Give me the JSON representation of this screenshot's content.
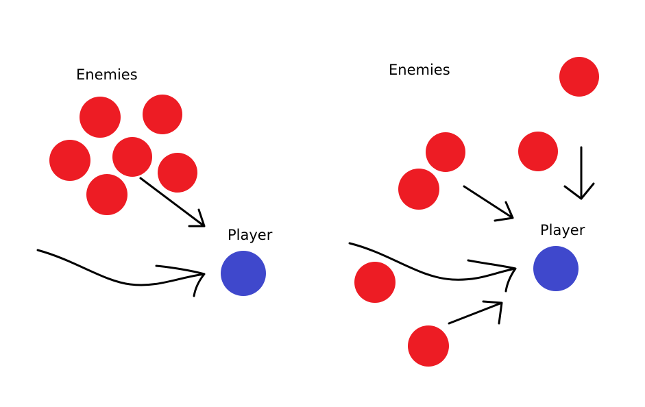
{
  "colors": {
    "enemy": "#ED1C24",
    "player": "#3F48CC",
    "arrow": "#000000"
  },
  "left_panel": {
    "enemies_label": "Enemies",
    "player_label": "Player",
    "enemy_count": 6
  },
  "right_panel": {
    "enemies_label": "Enemies",
    "player_label": "Player",
    "enemy_count": 6
  }
}
